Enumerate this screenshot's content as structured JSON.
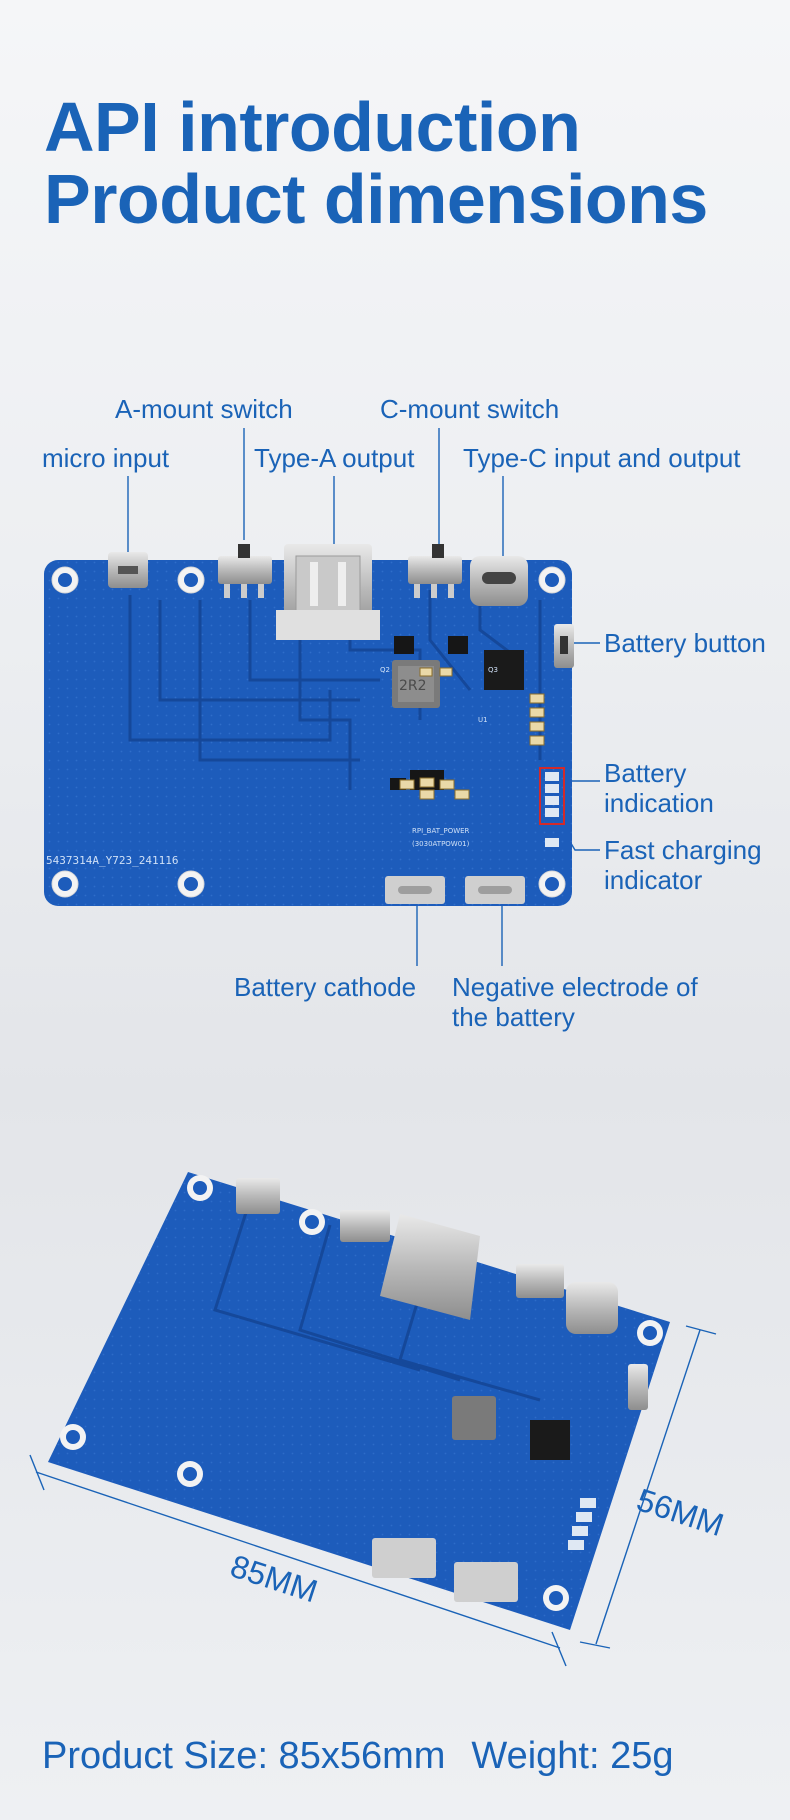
{
  "header": {
    "title_line1": "API introduction",
    "title_line2": "Product dimensions"
  },
  "labels": {
    "a_mount_switch": "A-mount switch",
    "c_mount_switch": "C-mount switch",
    "micro_input": "micro input",
    "type_a_output": "Type-A output",
    "type_c": "Type-C input and output",
    "battery_button": "Battery button",
    "battery_indication": "Battery indication",
    "fast_charging": "Fast charging indicator",
    "battery_cathode": "Battery cathode",
    "negative_electrode": "Negative electrode of the battery"
  },
  "board": {
    "silk_code": "5437314A_Y723_241116",
    "silk_name": "RPI_BAT_POWER",
    "silk_model": "(3030ATPOW01)",
    "inductor": "2R2",
    "refs": [
      "Q2",
      "Q3",
      "U1"
    ]
  },
  "dimensions": {
    "length": "85MM",
    "width": "56MM"
  },
  "footer": {
    "size": "Product Size: 85x56mm",
    "weight": "Weight: 25g"
  },
  "colors": {
    "brand_blue": "#1a63b7",
    "pcb_blue": "#1f5fbe",
    "pcb_dark": "#154c9e"
  }
}
